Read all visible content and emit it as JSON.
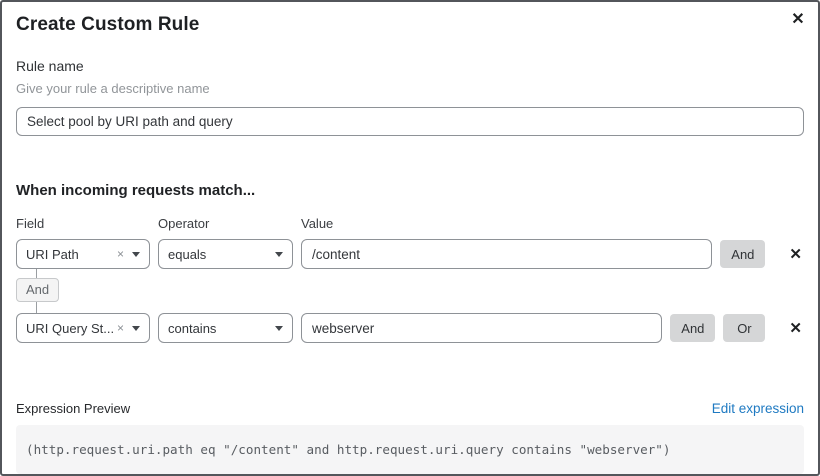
{
  "modal": {
    "title": "Create Custom Rule"
  },
  "icons": {
    "close": "✕",
    "remove_condition": "✕",
    "clear_selection": "×"
  },
  "rule_name": {
    "label": "Rule name",
    "help": "Give your rule a descriptive name",
    "value": "Select pool by URI path and query"
  },
  "match": {
    "heading": "When incoming requests match...",
    "columns": {
      "field": "Field",
      "operator": "Operator",
      "value": "Value"
    },
    "connector": "And",
    "rows": [
      {
        "field": "URI Path",
        "operator": "equals",
        "value": "/content",
        "buttons": [
          "And"
        ]
      },
      {
        "field": "URI Query St...",
        "operator": "contains",
        "value": "webserver",
        "buttons": [
          "And",
          "Or"
        ]
      }
    ]
  },
  "expression": {
    "label": "Expression Preview",
    "edit_link": "Edit expression",
    "code": "(http.request.uri.path eq \"/content\" and http.request.uri.query contains \"webserver\")"
  },
  "colors": {
    "link_blue": "#1f7ac2",
    "logic_button_gray": "#d5d6d7",
    "code_background": "#f5f5f6",
    "border_gray": "#8e9297",
    "modal_border": "#53565b"
  }
}
